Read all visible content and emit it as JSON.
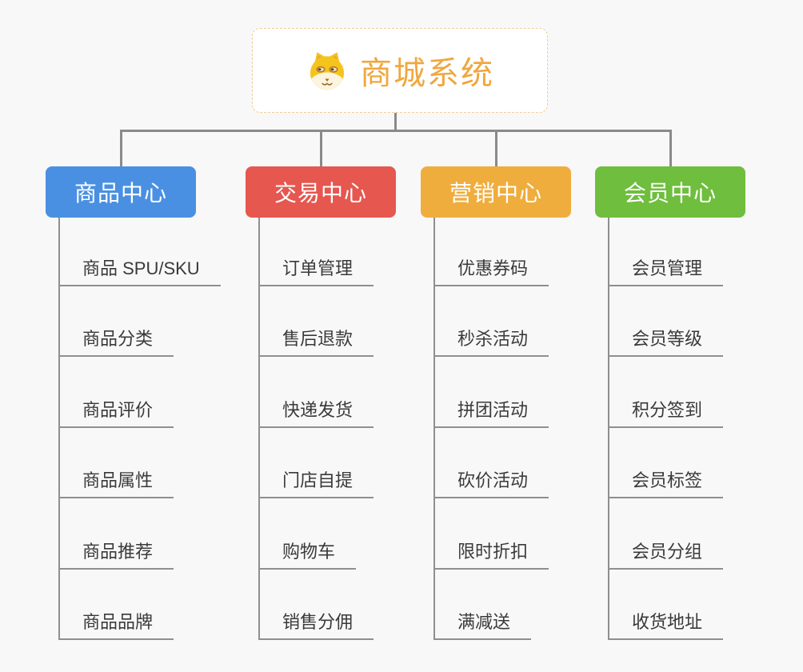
{
  "root": {
    "title": "商城系统",
    "icon": "dog-icon",
    "accent_color": "#F0A73E",
    "border_color": "#F2CC92"
  },
  "connector_color": "#8A8A8A",
  "leaf_line_color": "#8F8F8F",
  "leaf_text_color": "#3A3A3A",
  "branches": [
    {
      "label": "商品中心",
      "color": "#4A90E2",
      "children": [
        "商品 SPU/SKU",
        "商品分类",
        "商品评价",
        "商品属性",
        "商品推荐",
        "商品品牌"
      ]
    },
    {
      "label": "交易中心",
      "color": "#E5574F",
      "children": [
        "订单管理",
        "售后退款",
        "快递发货",
        "门店自提",
        "购物车",
        "销售分佣"
      ]
    },
    {
      "label": "营销中心",
      "color": "#EFAD3D",
      "children": [
        "优惠券码",
        "秒杀活动",
        "拼团活动",
        "砍价活动",
        "限时折扣",
        "满减送"
      ]
    },
    {
      "label": "会员中心",
      "color": "#6FBE3E",
      "children": [
        "会员管理",
        "会员等级",
        "积分签到",
        "会员标签",
        "会员分组",
        "收货地址"
      ]
    }
  ]
}
